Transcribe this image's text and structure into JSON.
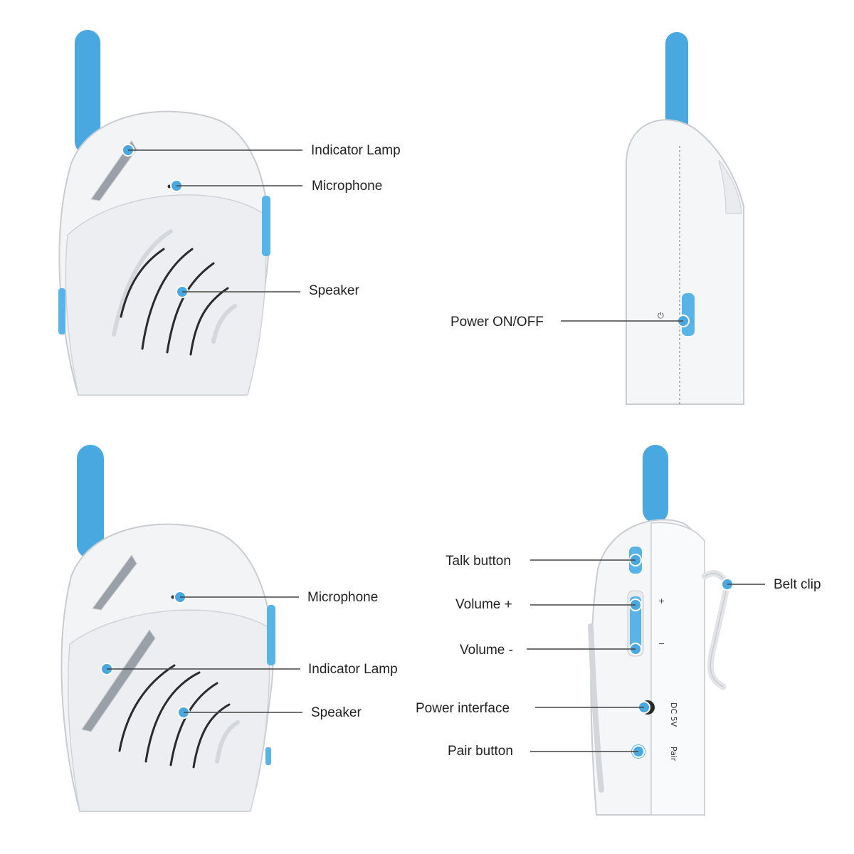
{
  "colors": {
    "accent": "#4aa8e0",
    "body": "#f3f4f6",
    "text": "#222222"
  },
  "panels": {
    "front_top": {
      "labels": {
        "indicator_lamp": "Indicator Lamp",
        "microphone": "Microphone",
        "speaker": "Speaker"
      }
    },
    "side_top": {
      "labels": {
        "power": "Power ON/OFF"
      }
    },
    "front_bottom": {
      "labels": {
        "microphone": "Microphone",
        "indicator_lamp": "Indicator Lamp",
        "speaker": "Speaker"
      }
    },
    "side_bottom": {
      "labels": {
        "talk": "Talk button",
        "volume_plus": "Volume +",
        "volume_minus": "Volume -",
        "power_interface": "Power interface",
        "pair": "Pair button",
        "belt_clip": "Belt clip"
      },
      "printed": {
        "plus": "+",
        "minus": "−",
        "pair": "Pair",
        "dc": "DC 5V"
      }
    }
  }
}
